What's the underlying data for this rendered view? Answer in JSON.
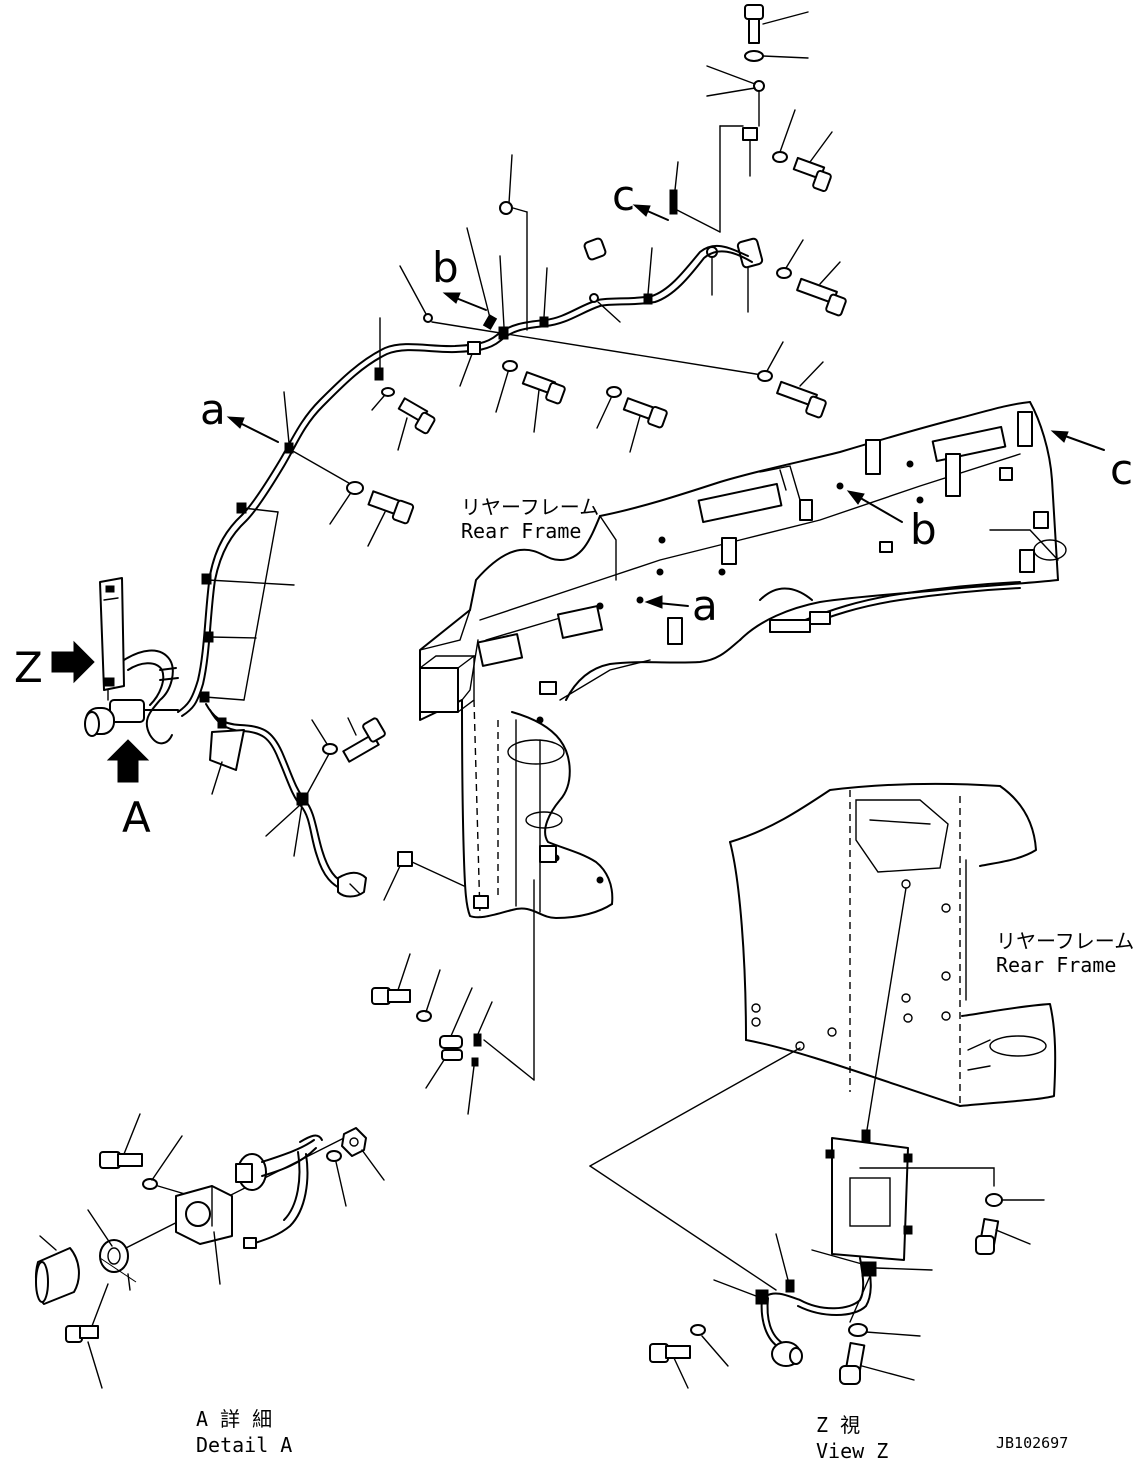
{
  "labels": {
    "rear_frame_jp_1": "リヤーフレーム",
    "rear_frame_en_1": "Rear Frame",
    "rear_frame_jp_2": "リヤーフレーム",
    "rear_frame_en_2": "Rear Frame",
    "view_z_mark": "Z",
    "detail_a_mark": "A",
    "ref_a_left": "a",
    "ref_a_right": "a",
    "ref_b_left": "b",
    "ref_b_right": "b",
    "ref_c_left": "c",
    "ref_c_right": "c",
    "detail_a_jp": "A 詳 細",
    "detail_a_en": "Detail A",
    "view_z_jp": "Z  視",
    "view_z_en": "View Z",
    "drawing_number": "JB102697"
  }
}
